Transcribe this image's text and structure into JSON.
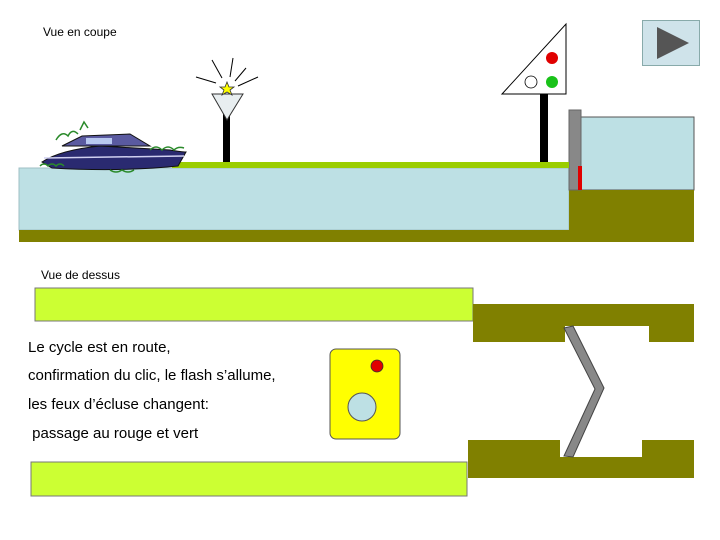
{
  "labels": {
    "section_view": "Vue en coupe",
    "top_view": "Vue de dessus"
  },
  "description": {
    "line1": "Le cycle est en route,",
    "line2": "confirmation du clic,  le flash s’allume,",
    "line3": "les feux d’écluse changent:",
    "line4": " passage au rouge et vert"
  },
  "signal_lights": {
    "red_on": "#e00000",
    "green_on": "#19c219",
    "off": "#ffffff"
  },
  "colors": {
    "water": "#bde0e4",
    "bank": "#808000",
    "pontoon": "#9acd00",
    "top_channel": "#ccff33",
    "detector_box": "#ffff00",
    "gate_grey": "#888888",
    "play_arrow": "#555555"
  },
  "icons": {
    "play": "play-triangle-icon",
    "flash": "flash-light-icon",
    "boat": "motor-yacht-icon"
  }
}
